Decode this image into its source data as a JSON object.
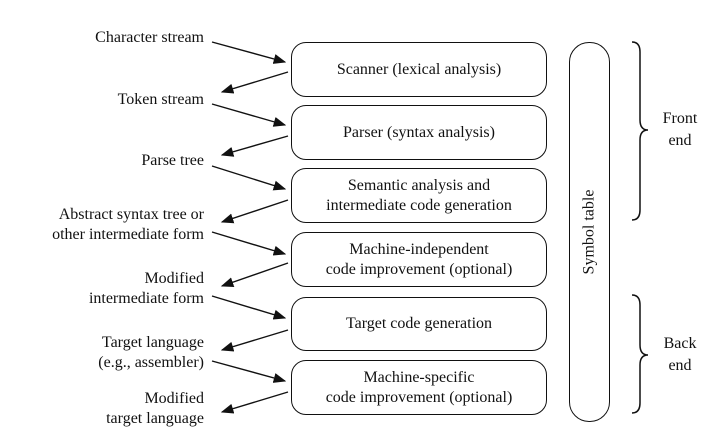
{
  "inputs": [
    "Character stream",
    "Token stream",
    "Parse tree",
    "Abstract syntax tree or\nother intermediate form",
    "Modified\nintermediate form",
    "Target language\n(e.g., assembler)",
    "Modified\ntarget language"
  ],
  "stages": [
    "Scanner (lexical analysis)",
    "Parser (syntax analysis)",
    "Semantic analysis and\nintermediate code generation",
    "Machine-independent\ncode improvement (optional)",
    "Target code generation",
    "Machine-specific\ncode improvement (optional)"
  ],
  "symbol_table": "Symbol table",
  "groups": {
    "front": "Front\nend",
    "back": "Back\nend"
  }
}
